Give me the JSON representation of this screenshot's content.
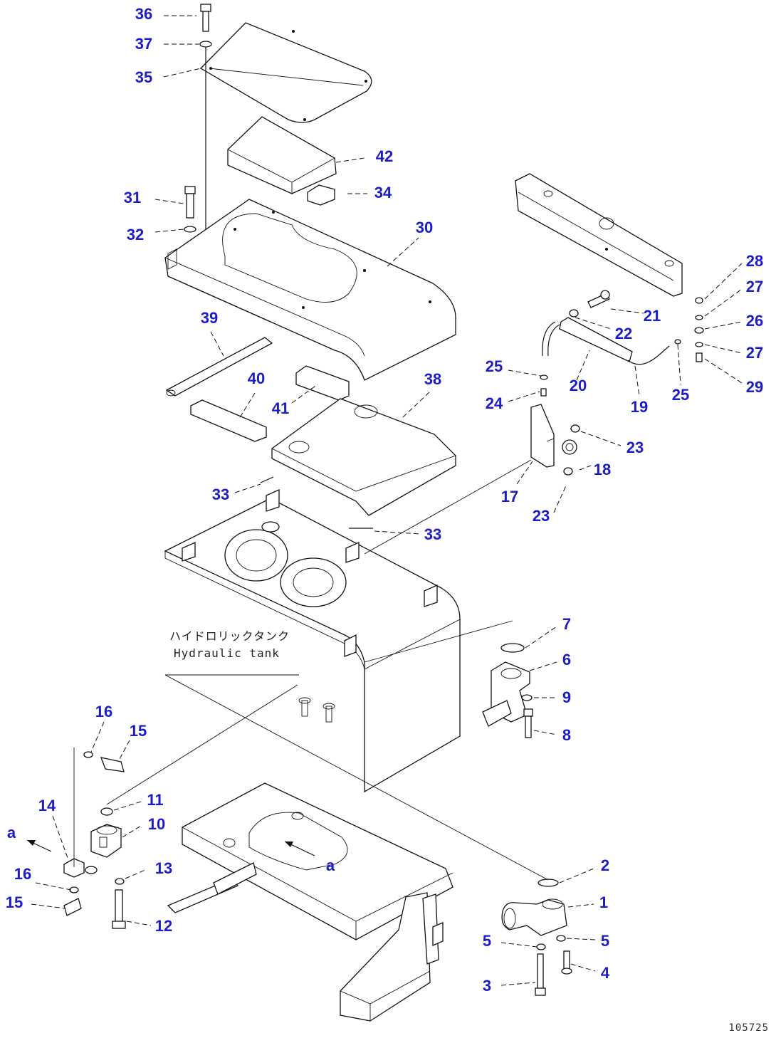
{
  "diagram": {
    "callouts": [
      {
        "n": "1"
      },
      {
        "n": "2"
      },
      {
        "n": "3"
      },
      {
        "n": "4"
      },
      {
        "n": "5"
      },
      {
        "n": "5"
      },
      {
        "n": "6"
      },
      {
        "n": "7"
      },
      {
        "n": "8"
      },
      {
        "n": "9"
      },
      {
        "n": "10"
      },
      {
        "n": "11"
      },
      {
        "n": "12"
      },
      {
        "n": "13"
      },
      {
        "n": "14"
      },
      {
        "n": "15"
      },
      {
        "n": "15"
      },
      {
        "n": "16"
      },
      {
        "n": "16"
      },
      {
        "n": "17"
      },
      {
        "n": "18"
      },
      {
        "n": "19"
      },
      {
        "n": "20"
      },
      {
        "n": "21"
      },
      {
        "n": "22"
      },
      {
        "n": "23"
      },
      {
        "n": "23"
      },
      {
        "n": "24"
      },
      {
        "n": "25"
      },
      {
        "n": "25"
      },
      {
        "n": "26"
      },
      {
        "n": "27"
      },
      {
        "n": "27"
      },
      {
        "n": "28"
      },
      {
        "n": "29"
      },
      {
        "n": "30"
      },
      {
        "n": "31"
      },
      {
        "n": "32"
      },
      {
        "n": "33"
      },
      {
        "n": "33"
      },
      {
        "n": "34"
      },
      {
        "n": "35"
      },
      {
        "n": "36"
      },
      {
        "n": "37"
      },
      {
        "n": "38"
      },
      {
        "n": "39"
      },
      {
        "n": "40"
      },
      {
        "n": "41"
      },
      {
        "n": "42"
      }
    ],
    "view_marks": [
      "a",
      "a"
    ],
    "tank_label_jp": "ハイドロリックタンク",
    "tank_label_en": "Hydraulic tank",
    "drawing_number": "105725",
    "callout_color": "#1c1cc8"
  }
}
